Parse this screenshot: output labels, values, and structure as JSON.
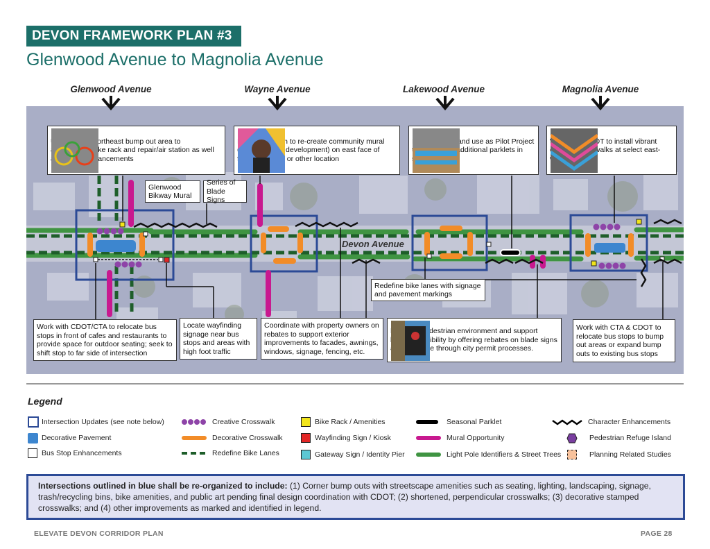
{
  "header": {
    "plan_label": "DEVON FRAMEWORK PLAN #3",
    "subtitle": "Glenwood Avenue to Magnolia Avenue"
  },
  "streets": [
    {
      "label": "Glenwood Avenue",
      "icon": "arrow-down-icon"
    },
    {
      "label": "Wayne Avenue",
      "icon": "arrow-down-icon"
    },
    {
      "label": "Lakewood Avenue",
      "icon": "arrow-down-icon"
    },
    {
      "label": "Magnolia Avenue",
      "icon": "arrow-down-icon"
    }
  ],
  "map": {
    "street_name": "Devon Avenue",
    "top_callouts": [
      {
        "text": "Utilize future northeast bump out area to accomodate bike rack and repair/air station as well as seating enhancements",
        "image": "colorful-bike-rack-photo"
      },
      {
        "text": "Identify location to re-create community mural (hidden due to development) on east face of future building, or other location",
        "image": "community-mural-photo"
      },
      {
        "text": "Install Parklet and use as Pilot Project to help install additional parklets in study area",
        "image": "parklet-photo"
      },
      {
        "text": "Work with CDOT to install vibrant creative crosswalks at select east-west crossings",
        "image": "creative-crosswalk-photo"
      }
    ],
    "mid_labels": [
      {
        "text": "Glenwood Bikway Mural"
      },
      {
        "text": "Series of Blade Signs"
      },
      {
        "text": "Redefine bike lanes with signage and pavement markings"
      }
    ],
    "bottom_callouts": [
      {
        "text": "Work with CDOT/CTA to relocate bus stops in front of cafes and restaurants to provide space for outdoor seating; seek to shift stop to far side of intersection"
      },
      {
        "text": "Locate wayfinding signage near bus stops and areas with high foot traffic"
      },
      {
        "text": "Coordinate with property owners on rebates to support exterior improvements to facades, awnings, windows, signage, fencing, etc."
      },
      {
        "text": "Enhance pedestrian environment and support business visibility by offering rebates on blade signs and guidance through city permit processes.",
        "image": "blade-sign-photo"
      },
      {
        "text": "Work with CTA & CDOT to relocate bus stops to bump out areas or expand bump outs to existing bus stops"
      }
    ]
  },
  "legend": {
    "title": "Legend",
    "items": [
      {
        "label": "Intersection Updates (see note below)",
        "symbol": "blue-outline-square",
        "color": "#2c4a96"
      },
      {
        "label": "Decorative Pavement",
        "symbol": "blue-filled-square",
        "color": "#3d86cf"
      },
      {
        "label": "Bus Stop Enhancements",
        "symbol": "black-outline-square",
        "color": "#222222"
      },
      {
        "label": "Creative Crosswalk",
        "symbol": "purple-dots",
        "color": "#8e44a8"
      },
      {
        "label": "Decorative Crosswalk",
        "symbol": "orange-bar",
        "color": "#f28c28"
      },
      {
        "label": "Redefine Bike Lanes",
        "symbol": "green-dashes",
        "color": "#1e5e2a"
      },
      {
        "label": "Bike Rack / Amenities",
        "symbol": "yellow-square",
        "color": "#f2e51a"
      },
      {
        "label": "Wayfinding Sign / Kiosk",
        "symbol": "red-square",
        "color": "#e32626"
      },
      {
        "label": "Gateway Sign / Identity Pier",
        "symbol": "teal-square",
        "color": "#5cc8d4"
      },
      {
        "label": "Seasonal Parklet",
        "symbol": "black-bar",
        "color": "#000000"
      },
      {
        "label": "Mural Opportunity",
        "symbol": "magenta-bar",
        "color": "#c8198f"
      },
      {
        "label": "Light Pole Identifiers & Street Trees",
        "symbol": "green-bar",
        "color": "#3f9442"
      },
      {
        "label": "Character Enhancements",
        "symbol": "zigzag",
        "color": "#000000"
      },
      {
        "label": "Pedestrian Refuge Island",
        "symbol": "purple-hexagon",
        "color": "#7a3fa0"
      },
      {
        "label": "Planning Related Studies",
        "symbol": "peach-dashed-square",
        "color": "#f8c29c"
      }
    ]
  },
  "note": {
    "bold": "Intersections outlined in blue shall be re-organized to include:",
    "text": " (1) Corner bump outs with streetscape amenities such as seating, lighting, landscaping, signage, trash/recycling bins, bike amenities, and public art pending final design coordination with CDOT; (2) shortened, perpendicular crosswalks; (3) decorative stamped crosswalks; and (4) other improvements as marked and identified in legend."
  },
  "footer": {
    "document": "ELEVATE DEVON CORRIDOR PLAN",
    "page": "PAGE  28"
  }
}
